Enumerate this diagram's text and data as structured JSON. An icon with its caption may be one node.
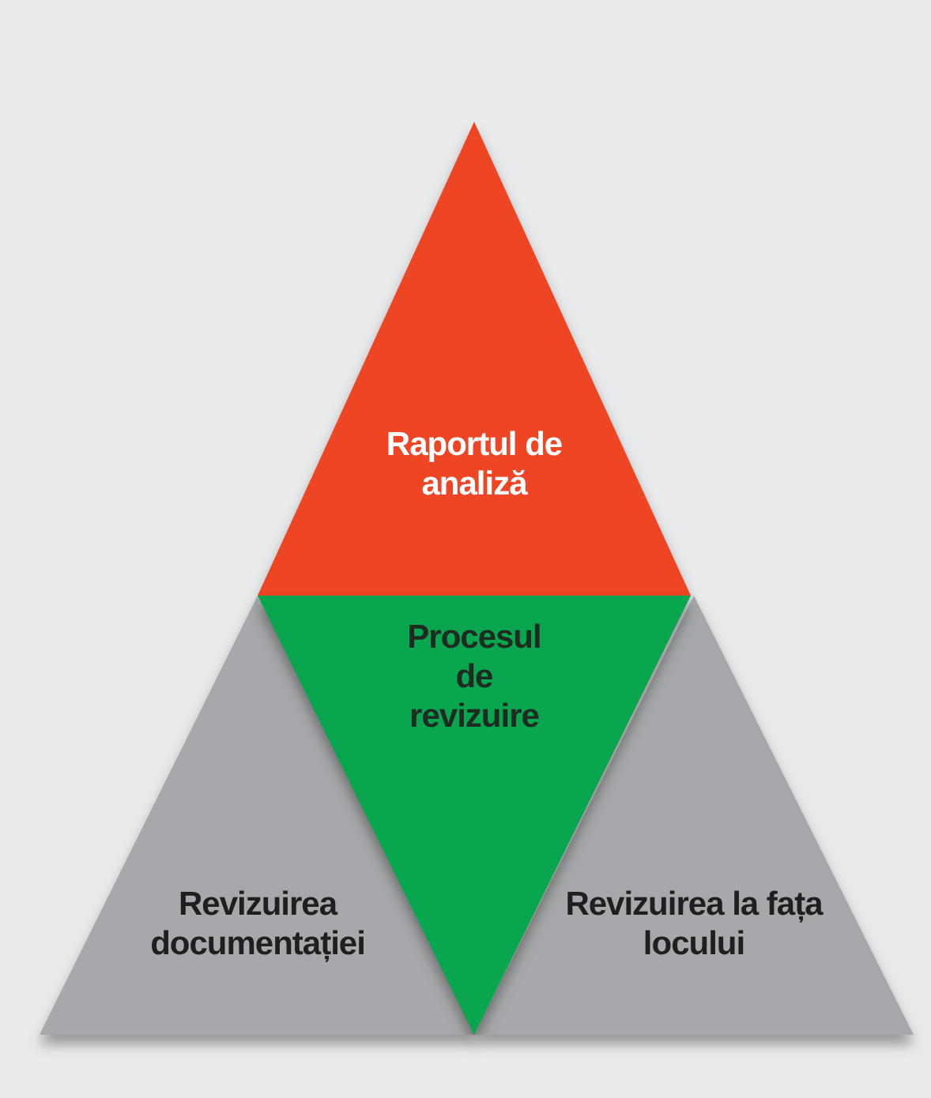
{
  "diagram": {
    "nodes": [
      {
        "text": [
          "Raportul de analiză"
        ]
      },
      {
        "text": [
          "Procesul de revizuire"
        ]
      },
      {
        "text": [
          "Revizuirea documentației"
        ]
      },
      {
        "text": [
          "Revizuirea la fața locului"
        ]
      }
    ]
  }
}
